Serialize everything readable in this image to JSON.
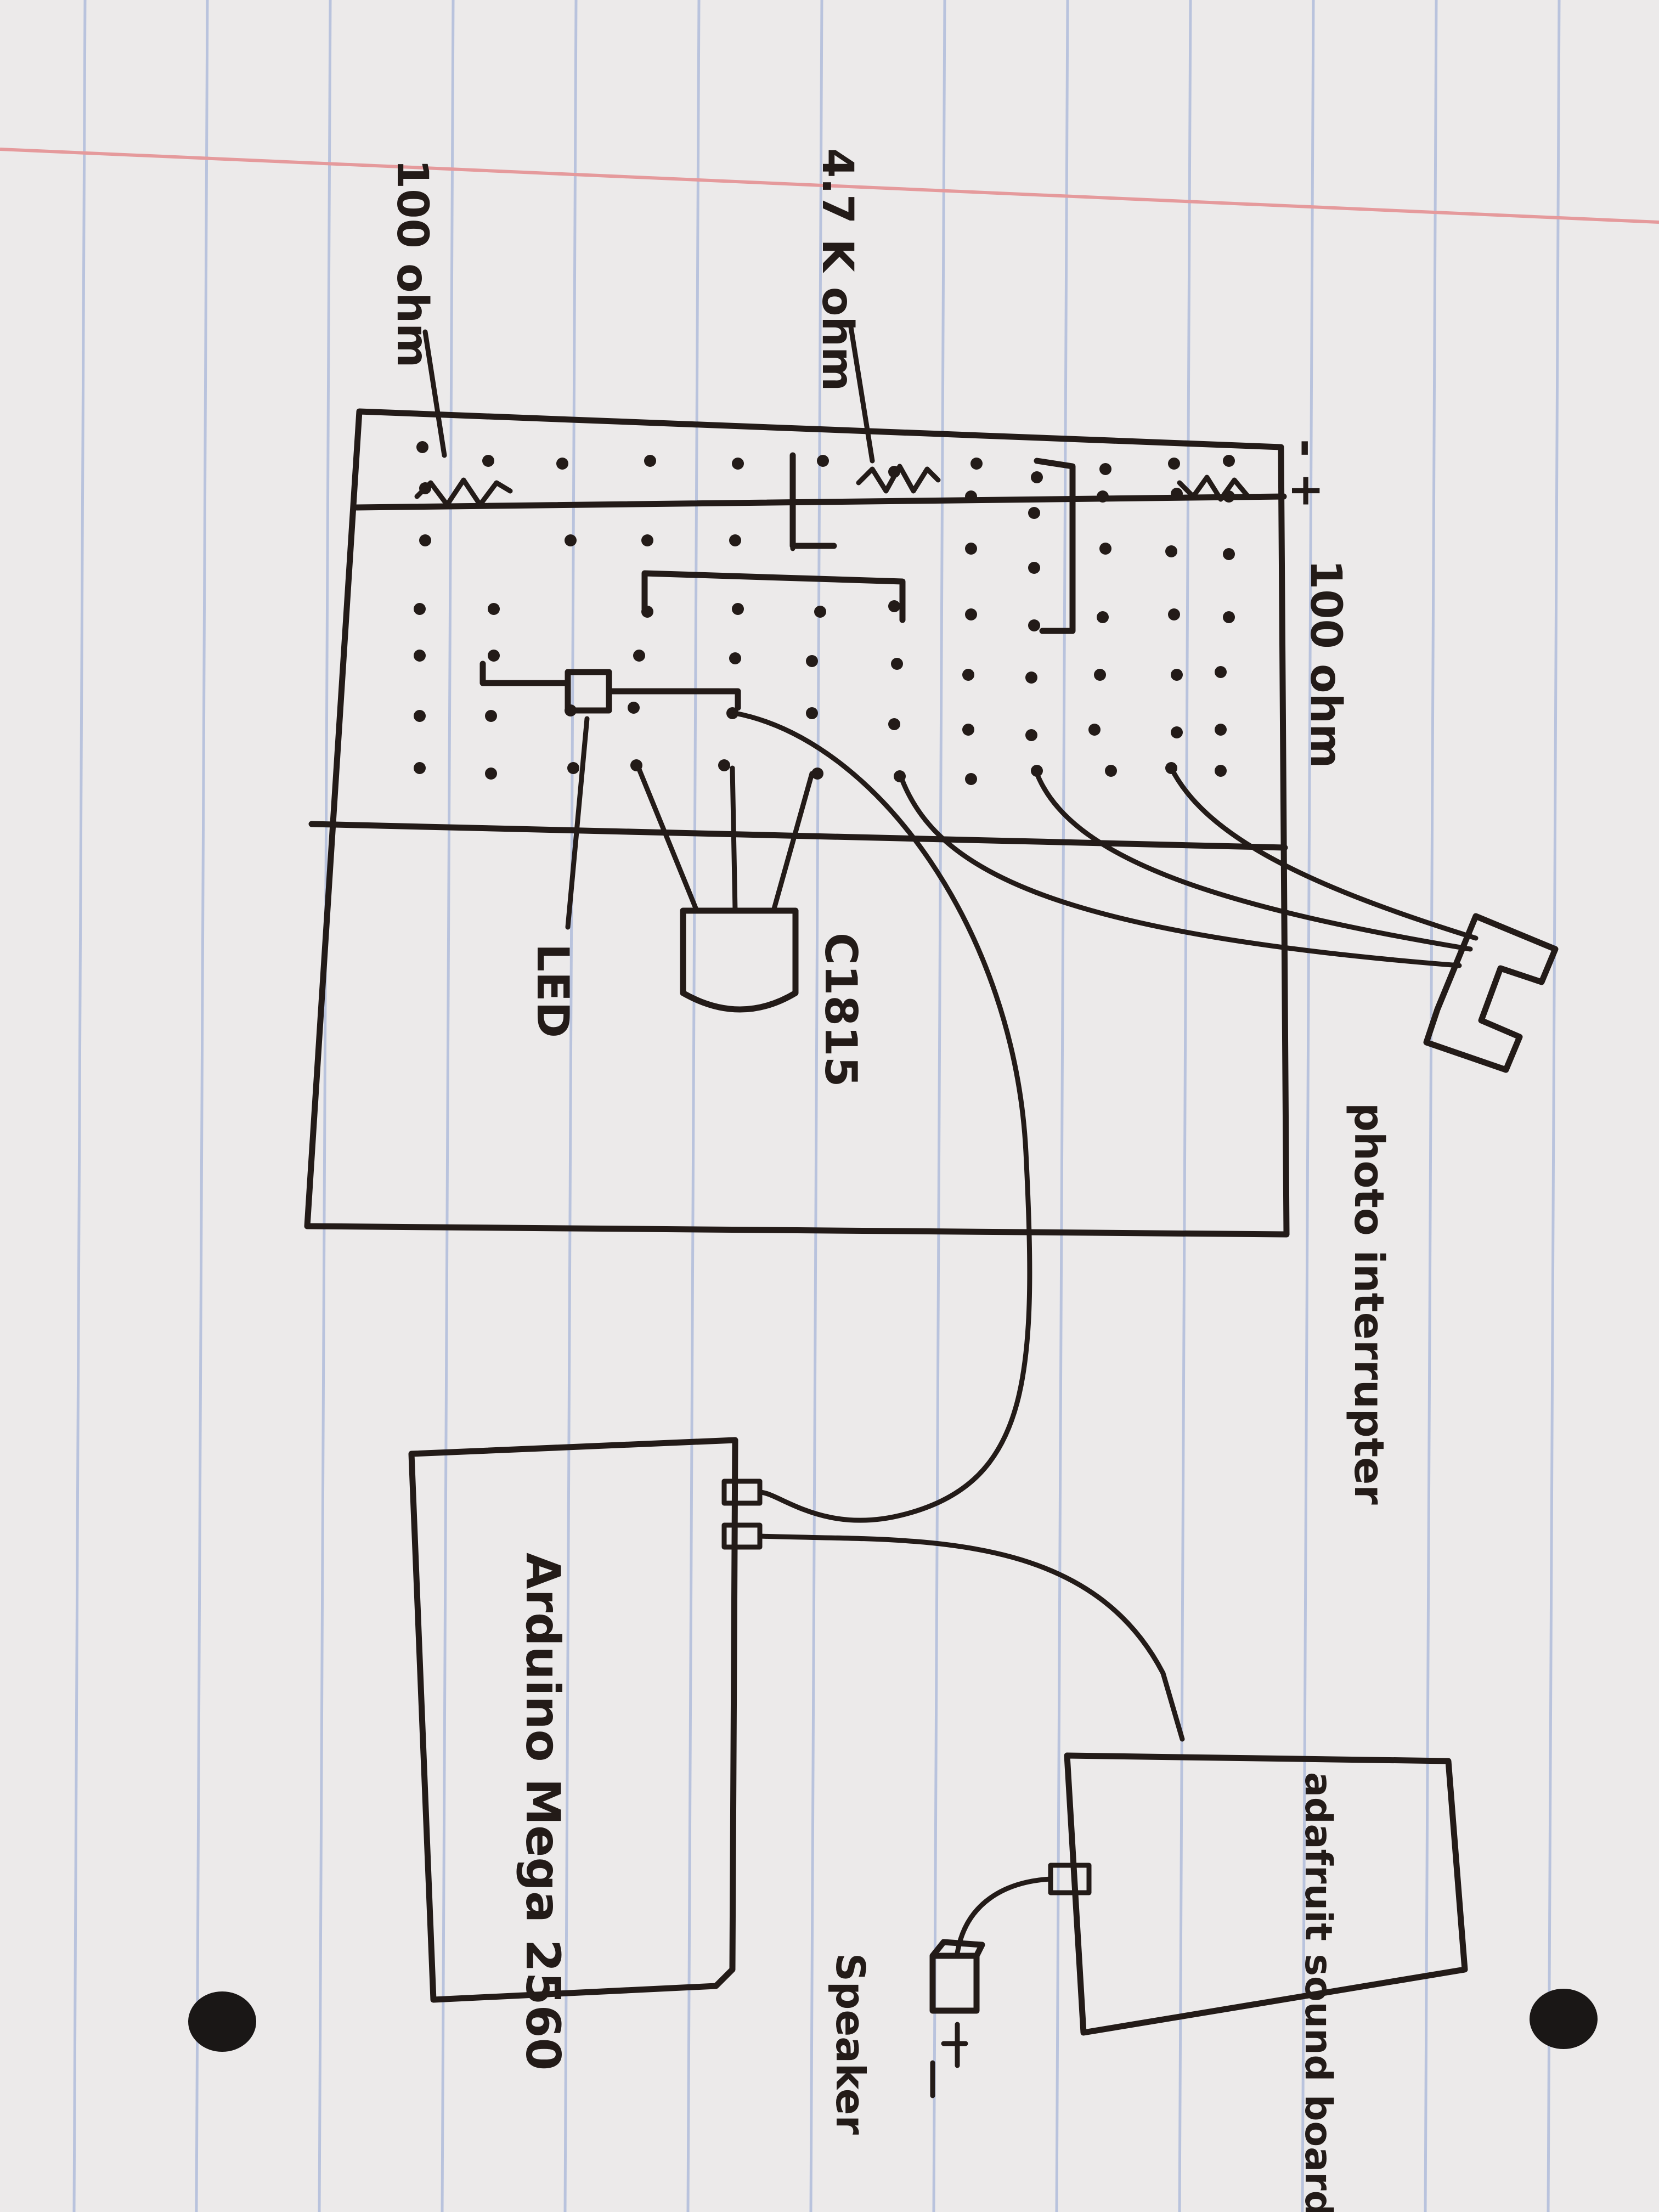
{
  "diagram": {
    "labels": {
      "polarity": "- +",
      "resistor_top": "100 ohm",
      "resistor_4k7": "4.7 K ohm",
      "resistor_100_right": "100 ohm",
      "led": "LED",
      "capacitor": "C1815",
      "photo_interrupter": "photo interrupter",
      "arduino": "Arduino Mega 2560",
      "sound_board": "adafruit sound board",
      "speaker": "Speaker"
    }
  }
}
